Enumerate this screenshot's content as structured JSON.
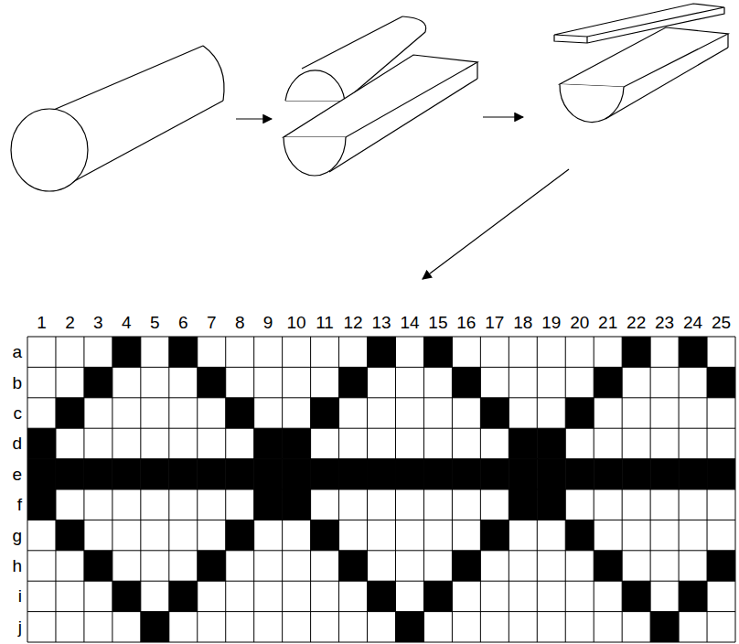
{
  "diagram": {
    "labels": [
      "1",
      "2",
      "3",
      "4",
      "5",
      "6",
      "7",
      "8",
      "9",
      "10",
      "11",
      "12",
      "13",
      "14",
      "15",
      "16",
      "17",
      "18",
      "19",
      "20",
      "21",
      "22",
      "23",
      "24",
      "25",
      "a",
      "b",
      "c",
      "d",
      "e",
      "f",
      "g",
      "h",
      "i",
      "j"
    ]
  }
}
